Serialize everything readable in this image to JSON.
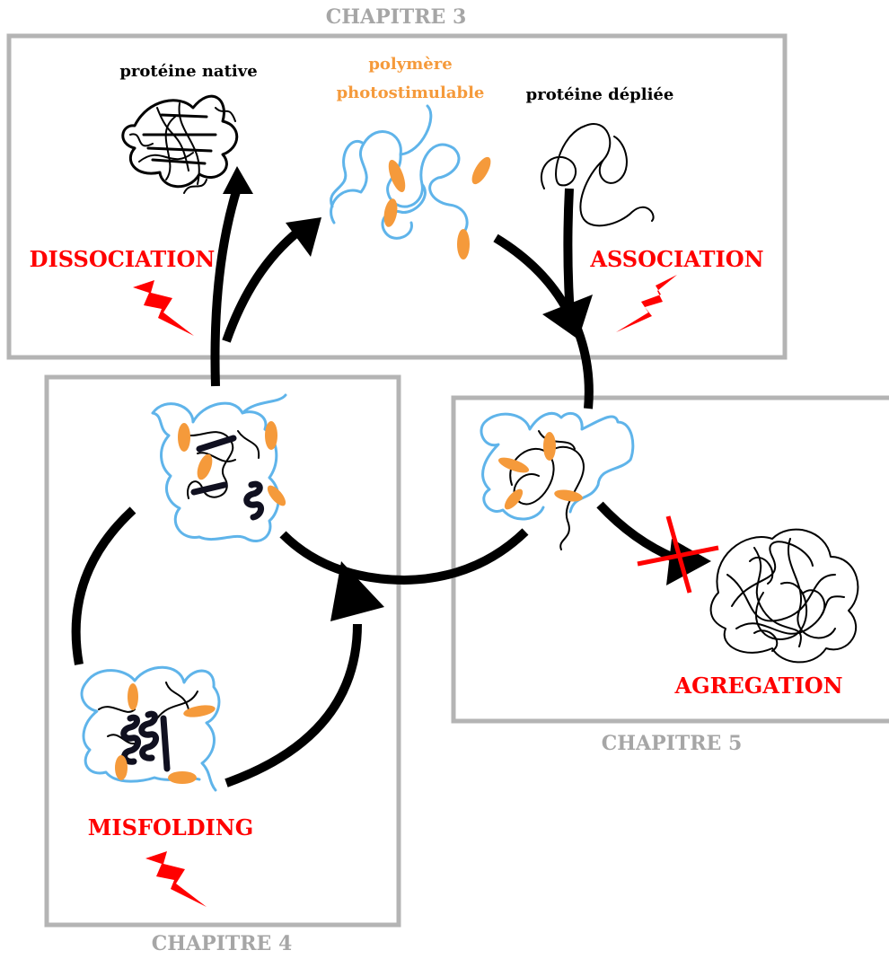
{
  "labels": {
    "chapter3": "CHAPITRE 3",
    "chapter4": "CHAPITRE 4",
    "chapter5": "CHAPITRE 5",
    "native_protein": "protéine native",
    "polymer_line1": "polymère",
    "polymer_line2": "photostimulable",
    "unfolded_protein": "protéine dépliée",
    "dissociation": "DISSOCIATION",
    "association": "ASSOCIATION",
    "misfolding": "MISFOLDING",
    "aggregation": "AGREGATION"
  },
  "colors": {
    "chapter_frame": "#b4b4b4",
    "process_label": "#ff0000",
    "polymer": "#5fb4ea",
    "photo_unit": "#f59a3b",
    "protein": "#000000"
  }
}
